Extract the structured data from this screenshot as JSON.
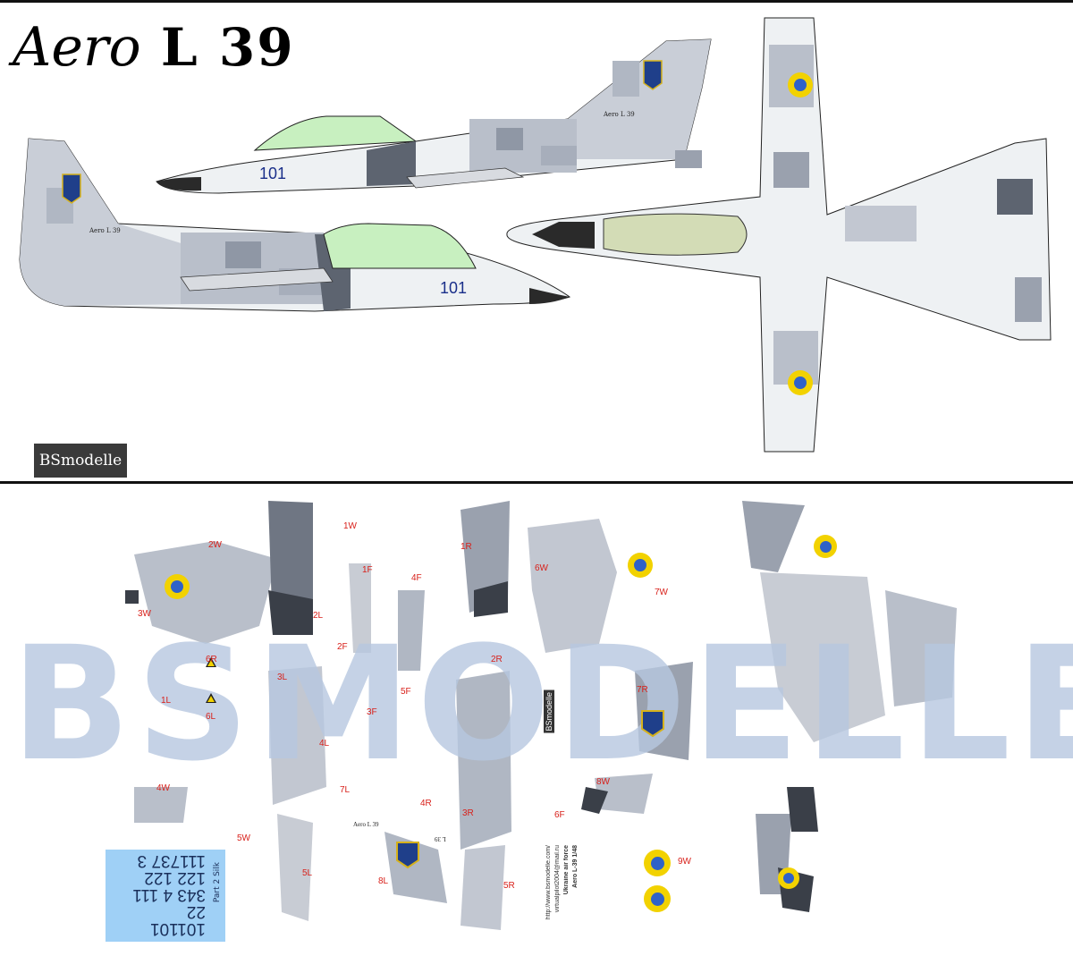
{
  "header": {
    "title_script": "Aero",
    "title_model": "L 39"
  },
  "brand": {
    "logo_text": "BSmodelle",
    "watermark": "BSMODELLE"
  },
  "profile": {
    "serial": "101",
    "tail_mark": "Aero L 39"
  },
  "sheet": {
    "labels": [
      "2W",
      "3W",
      "1W",
      "1F",
      "4F",
      "2L",
      "2F",
      "6R",
      "6L",
      "1L",
      "3L",
      "3F",
      "5F",
      "4L",
      "4W",
      "7L",
      "5W",
      "5L",
      "1R",
      "6W",
      "2R",
      "4R",
      "3R",
      "6F",
      "5R",
      "8L",
      "7W",
      "7R",
      "8W",
      "9W"
    ],
    "silk_lines": [
      "101101 22",
      "343 4 111",
      "122 122",
      "111737 3"
    ],
    "silk_caption": "Part 2 Silk",
    "info_lines": [
      "Aero L-39 1/48",
      "Ukraine air force",
      "virtualpilot2004@mail.ru",
      "http://www.bsmodelle.com/"
    ],
    "small_logo": "BSmodelle",
    "small_mark": "Aero L 39",
    "small_mark_flipped": "L 39"
  },
  "colors": {
    "roundel_yellow": "#f2d200",
    "roundel_blue": "#2f62c8",
    "label_red": "#d8201a",
    "silk_blue": "#9fd0f6",
    "watermark": "#b7c8e0"
  }
}
